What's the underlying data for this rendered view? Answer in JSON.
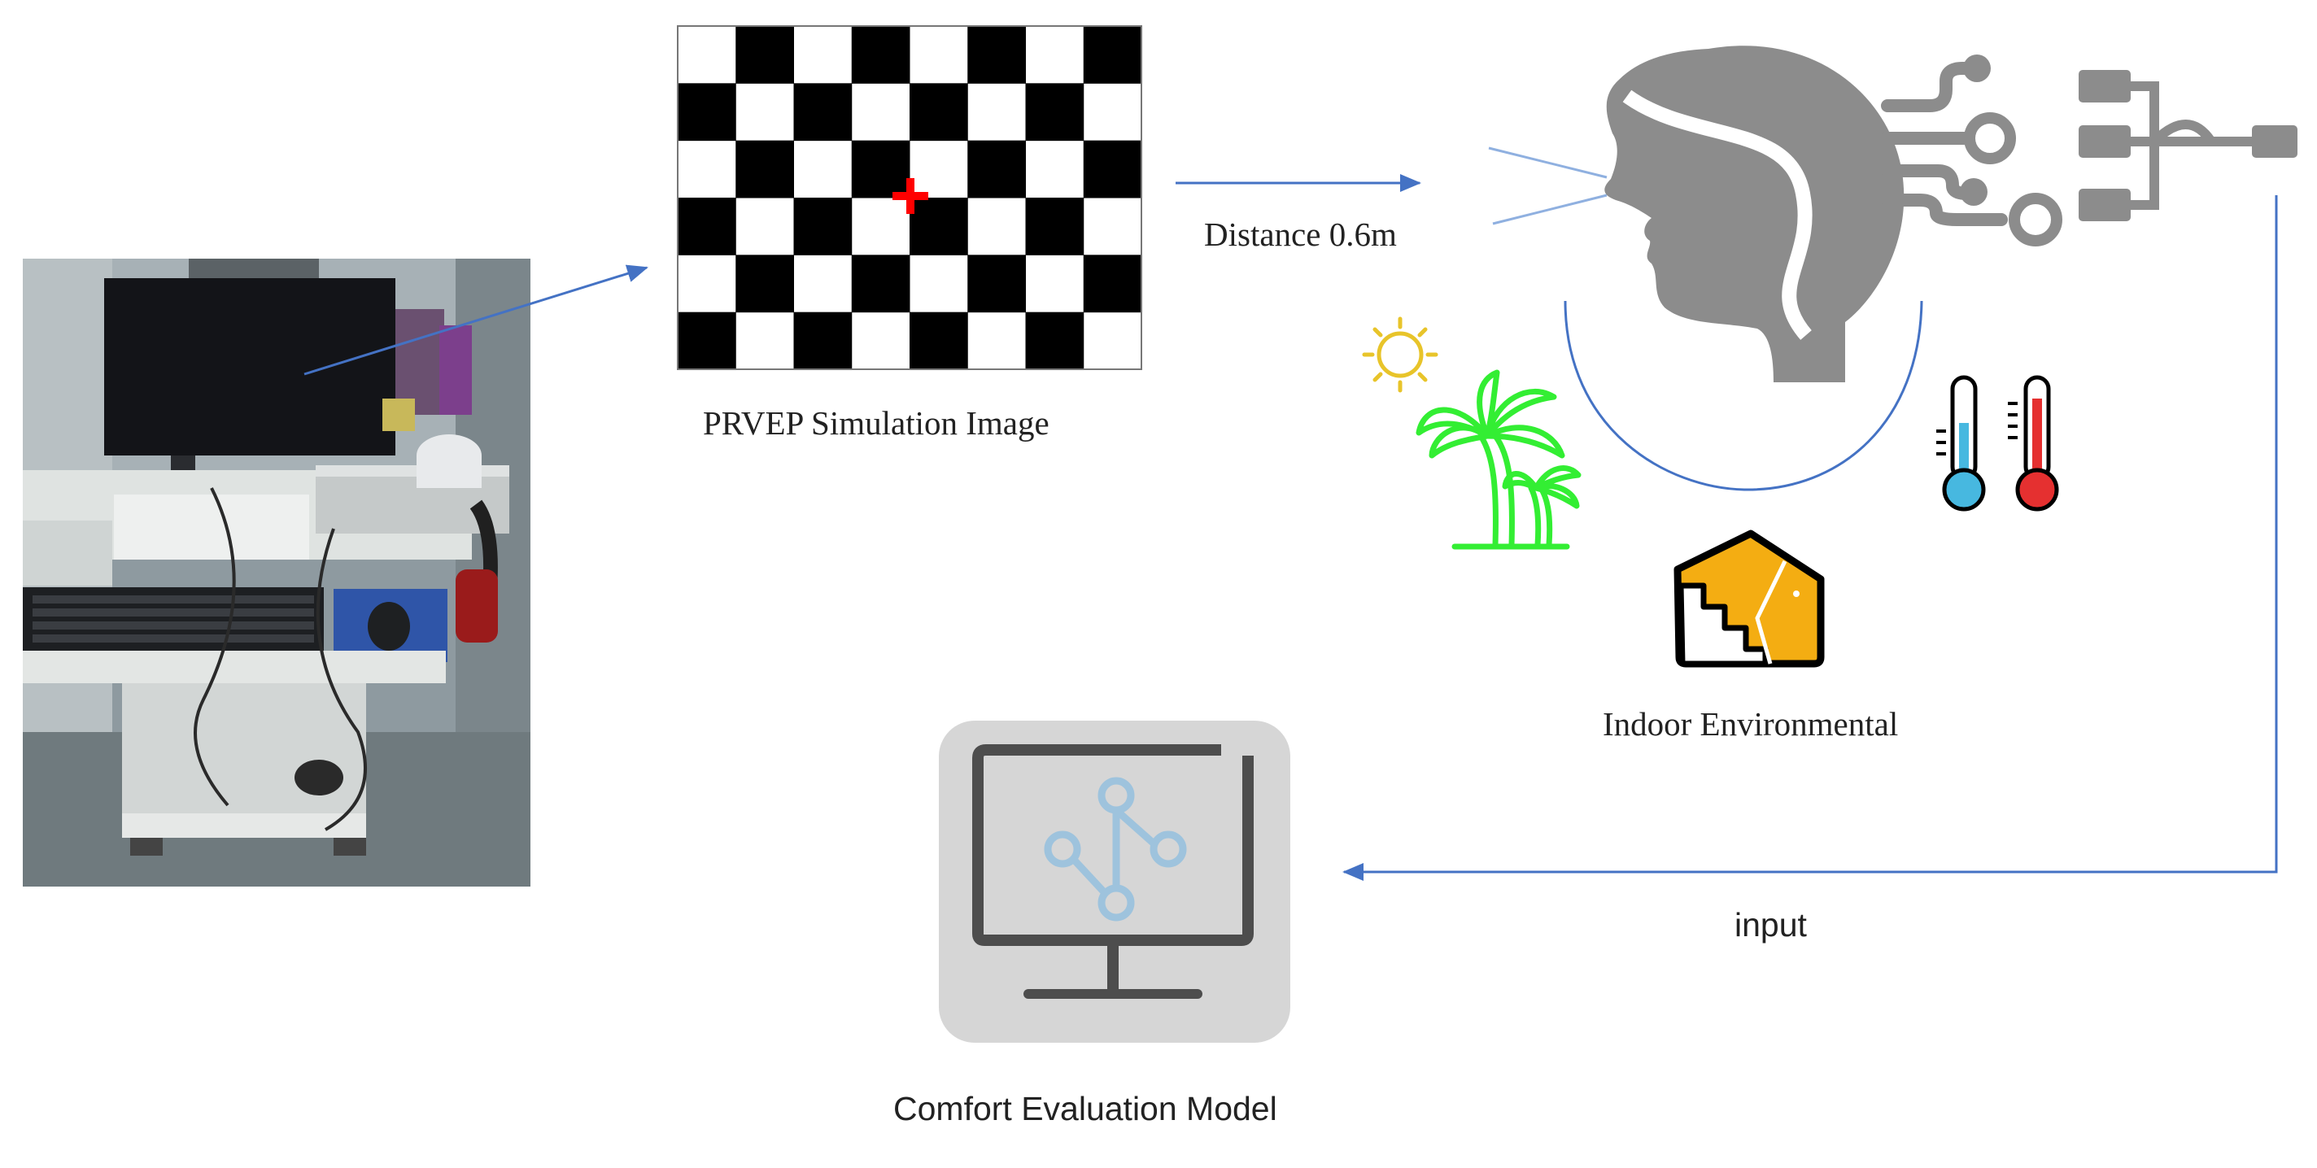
{
  "labels": {
    "prvep": "PRVEP Simulation Image",
    "distance": "Distance 0.6m",
    "indoor": "Indoor Environmental",
    "input": "input",
    "model": "Comfort Evaluation Model"
  },
  "checkerboard": {
    "columns": 8,
    "rows": 6
  },
  "colors": {
    "arrow": "#4472c4",
    "head": "#8c8c8c",
    "palm": "#33ee33",
    "sun": "#e8c42a",
    "house_fill": "#f4ad12",
    "thermo_cold": "#47b8e0",
    "thermo_hot": "#e53030",
    "monitor_bg": "#d6d6d6",
    "monitor_frame": "#4d4d4d",
    "network": "#9ec3dd",
    "crosshair": "#ff0000"
  }
}
